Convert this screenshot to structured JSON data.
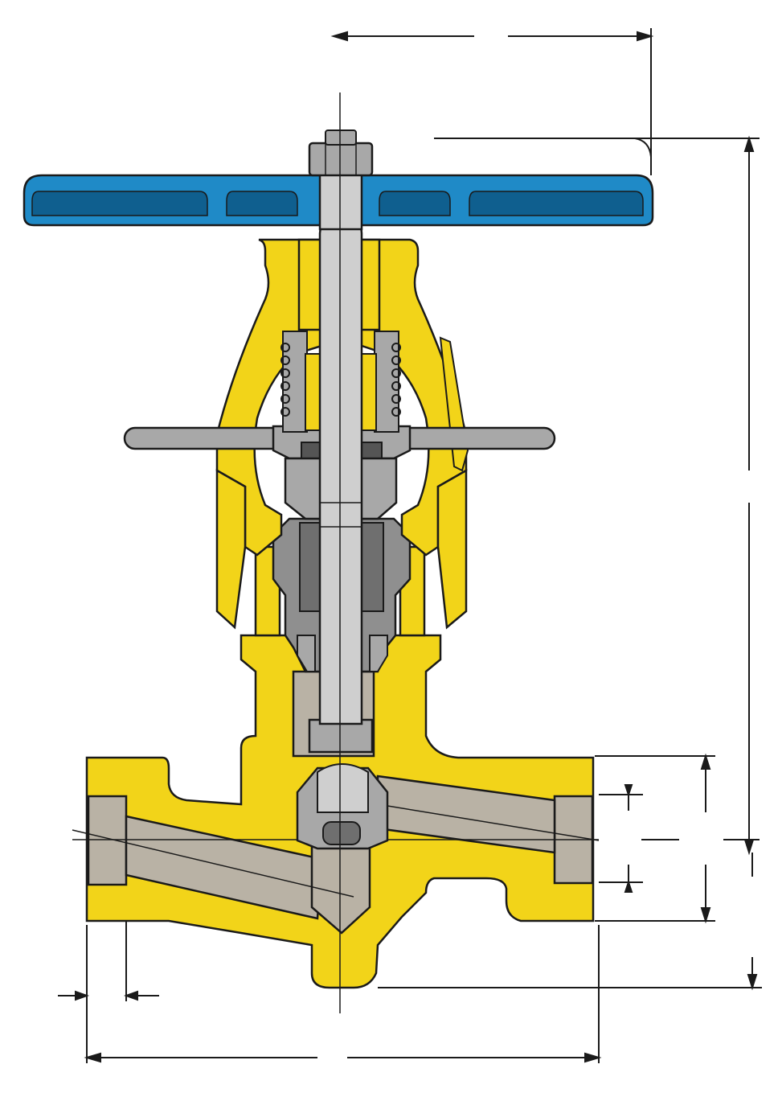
{
  "diagram": {
    "colors": {
      "body": "#f2d419",
      "handwheel": "#1f8ac7",
      "handwheel_dark": "#0f5f8f",
      "metal": "#a8a8a8",
      "metal_dark": "#6f6f6f",
      "metal_light": "#cfcfcf",
      "passage": "#b9b2a5",
      "line": "#1a1a1a",
      "background": "#ffffff"
    },
    "components": [
      {
        "id": "handwheel",
        "icon": "handwheel-icon"
      },
      {
        "id": "yoke",
        "icon": "yoke-icon"
      },
      {
        "id": "stem",
        "icon": "stem-icon"
      },
      {
        "id": "gland-spring",
        "icon": "spring-icon"
      },
      {
        "id": "gland-bar",
        "icon": "bar-icon"
      },
      {
        "id": "bonnet",
        "icon": "bonnet-icon"
      },
      {
        "id": "disc",
        "icon": "disc-icon"
      },
      {
        "id": "valve-body",
        "icon": "body-icon"
      }
    ],
    "dimension_labels": []
  }
}
